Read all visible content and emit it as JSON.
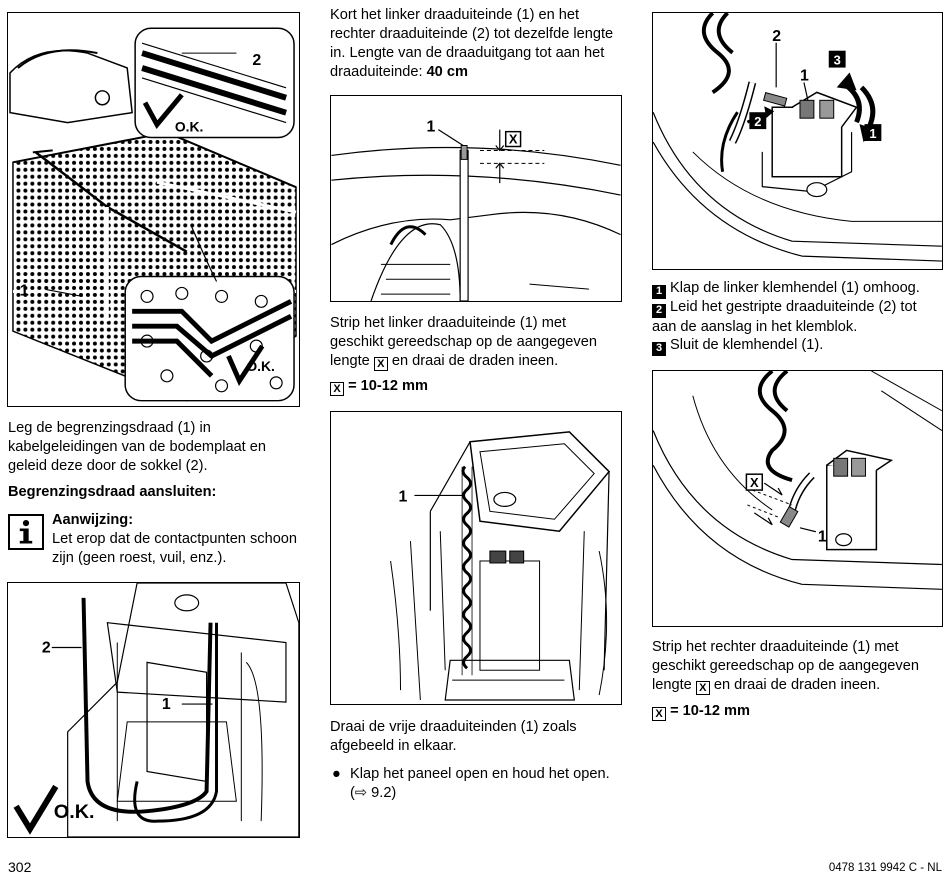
{
  "col1": {
    "intro": "Leg de begrenzingsdraad (1) in kabelgeleidingen van de bodemplaat en geleid deze door de sokkel (2).",
    "heading": "Begrenzingsdraad aansluiten:",
    "note_title": "Aanwijzing:",
    "note_text": "Let erop dat de contactpunten schoon zijn (geen roest, vuil, enz.).",
    "fig1": {
      "label1": "1",
      "label2": "2",
      "ok_a": "O.K.",
      "ok_b": "O.K."
    },
    "fig2": {
      "label1": "1",
      "label2": "2",
      "ok": "O.K."
    }
  },
  "col2": {
    "intro_a": "Kort het linker draaduiteinde (1) en het rechter draaduiteinde (2) tot dezelfde lengte in. Lengte van de draaduitgang tot aan het draaduiteinde: ",
    "intro_b": "40 cm",
    "strip_a": "Strip het linker draaduiteinde (1) met geschikt gereedschap op de aangegeven lengte ",
    "strip_b": " en draai de draden ineen.",
    "x": "X",
    "measure": "= 10-12 mm",
    "twist": "Draai de vrije draaduiteinden (1) zoals afgebeeld in elkaar.",
    "bullet_a": "Klap het paneel open en houd het open.",
    "bullet_b": "(⇨ 9.2)",
    "fig3": {
      "label1": "1",
      "x": "X"
    },
    "fig4": {
      "label1": "1"
    }
  },
  "col3": {
    "steps": [
      {
        "n": "1",
        "text": "Klap de linker klemhendel (1) omhoog."
      },
      {
        "n": "2",
        "text": "Leid het gestripte draaduiteinde (2) tot aan de aanslag in het klemblok."
      },
      {
        "n": "3",
        "text": "Sluit de klemhendel (1)."
      }
    ],
    "strip_a": "Strip het rechter draaduiteinde (1) met geschikt gereedschap op de aangegeven lengte ",
    "strip_b": " en draai de draden ineen.",
    "x": "X",
    "measure": "= 10-12 mm",
    "fig5": {
      "label1": "1",
      "label2": "2",
      "n1": "1",
      "n2": "2",
      "n3": "3"
    },
    "fig6": {
      "label1": "1",
      "x": "X"
    }
  },
  "footer": {
    "page": "302",
    "code": "0478 131 9942 C - NL"
  }
}
